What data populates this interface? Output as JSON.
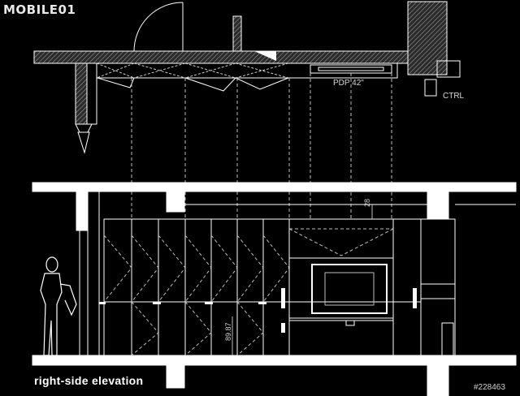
{
  "watermark_logo": "MOBILE01",
  "labels": {
    "tv": "PDP 42\"",
    "control": "CTRL",
    "dim_top": "28",
    "dim_side": "89.87"
  },
  "caption": "right-side elevation",
  "image_id": "#228463",
  "colors": {
    "background": "#000000",
    "line": "#ffffff",
    "hatch": "#7a7a7a"
  }
}
